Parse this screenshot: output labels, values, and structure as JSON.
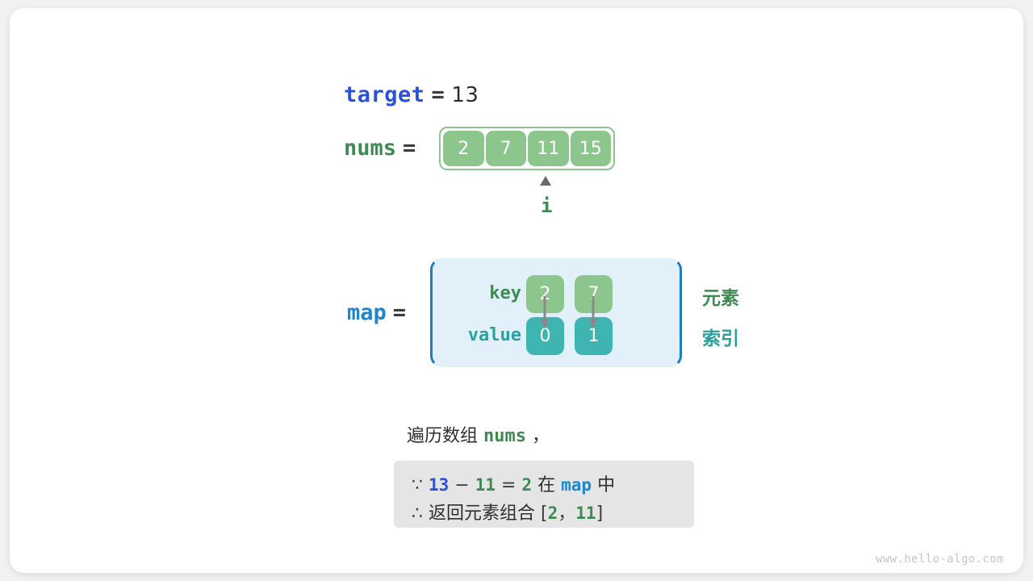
{
  "colors": {
    "accent_blue": "#2c52d8",
    "map_blue": "#1f85cc",
    "green": "#3e8a52",
    "cell_green": "#8cc68d",
    "cell_teal": "#3eb5b0",
    "map_bg": "#e2f0fa",
    "note_bg": "#e5e5e5",
    "arrow_gray": "#6a6a6a"
  },
  "target": {
    "name": "target",
    "equals": "=",
    "value": "13"
  },
  "nums": {
    "name": "nums",
    "equals": "=",
    "cells": [
      "2",
      "7",
      "11",
      "15"
    ],
    "pointer": {
      "label": "i",
      "index": 2
    }
  },
  "map": {
    "name": "map",
    "equals": "=",
    "row_labels": {
      "key": "key",
      "value": "value"
    },
    "entries": [
      {
        "key": "2",
        "value": "0"
      },
      {
        "key": "7",
        "value": "1"
      }
    ],
    "annotations": {
      "element": "元素",
      "index": "索引"
    }
  },
  "caption": {
    "prefix": "遍历数组",
    "var": "nums",
    "suffix": "，"
  },
  "note": {
    "line1": {
      "because_symbol": "∵",
      "a": "13",
      "minus": "−",
      "b": "11",
      "eq": "=",
      "c": "2",
      "mid": "在",
      "map": "map",
      "tail": "中"
    },
    "line2": {
      "therefore_symbol": "∴",
      "text": "返回元素组合",
      "bracket_open": "[",
      "first": "2",
      "comma": "，",
      "second": "11",
      "bracket_close": "]"
    }
  },
  "watermark": "www.hello-algo.com"
}
